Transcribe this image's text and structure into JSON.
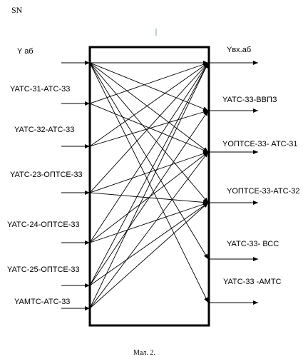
{
  "title": "SN",
  "caption": "Мал. 2.",
  "inputs": [
    {
      "label": "Y аб"
    },
    {
      "label": "YATC-31-ATC-33"
    },
    {
      "label": "YATC-32-ATC-33"
    },
    {
      "label": "YATC-23-ОПТСЕ-33"
    },
    {
      "label": "YATC-24-ОПТСЕ-33"
    },
    {
      "label": "YATC-25-ОПТСЕ-33"
    },
    {
      "label": "YAMTC-ATC-33"
    }
  ],
  "outputs": [
    {
      "label": "Yвх.аб"
    },
    {
      "label": "YATC-33-ВВПЗ"
    },
    {
      "label": "YОПТСЕ-33- ATC-31"
    },
    {
      "label": "YОПТСЕ-33-ATC-32"
    },
    {
      "label": "YATC-33- ВСС"
    },
    {
      "label": "YATC-33 -AMTC"
    }
  ],
  "connections": [
    [
      0,
      0
    ],
    [
      0,
      1
    ],
    [
      0,
      2
    ],
    [
      0,
      3
    ],
    [
      0,
      4
    ],
    [
      0,
      5
    ],
    [
      1,
      0
    ],
    [
      1,
      2
    ],
    [
      2,
      0
    ],
    [
      2,
      1
    ],
    [
      3,
      0
    ],
    [
      3,
      2
    ],
    [
      3,
      3
    ],
    [
      4,
      0
    ],
    [
      4,
      2
    ],
    [
      4,
      3
    ],
    [
      5,
      0
    ],
    [
      5,
      1
    ],
    [
      5,
      3
    ],
    [
      6,
      0
    ],
    [
      6,
      2
    ],
    [
      6,
      3
    ]
  ]
}
